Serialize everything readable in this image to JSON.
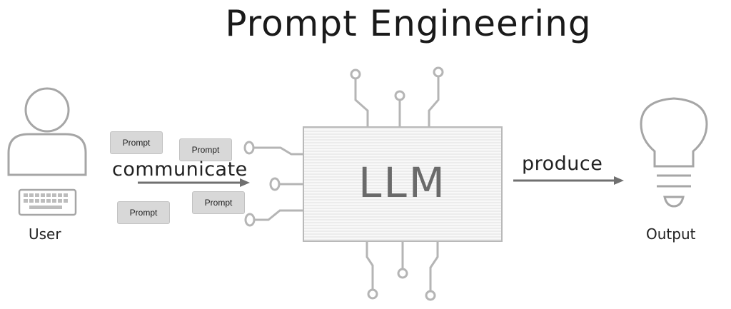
{
  "title": "Prompt Engineering",
  "user": {
    "label": "User"
  },
  "output": {
    "label": "Output"
  },
  "llm": {
    "label": "LLM"
  },
  "edges": {
    "communicate": "communicate",
    "produce": "produce"
  },
  "prompts": [
    "Prompt",
    "Prompt",
    "Prompt",
    "Prompt"
  ],
  "colors": {
    "line": "#a6a6a6",
    "arrow": "#707070",
    "box_fill": "#f0f0f0",
    "text": "#1a1a1a"
  },
  "icons": [
    "user-icon",
    "keyboard-icon",
    "lightbulb-icon",
    "chip-pins"
  ]
}
